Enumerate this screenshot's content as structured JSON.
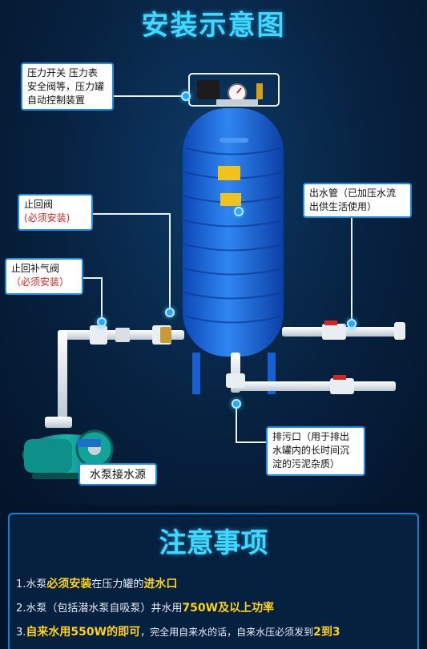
{
  "title": "安装示意图",
  "labels": {
    "pressure_switch": [
      "压力开关 压力表",
      "安全阀等，压力罐",
      "自动控制装置"
    ],
    "check_valve": "止回阀",
    "check_valve_note": "(必须安装)",
    "air_check_valve": "止回补气阀",
    "air_check_valve_note": "（必须安装）",
    "outlet_pipe": [
      "出水管（已加压水流",
      "出供生活使用）"
    ],
    "drain": [
      "排污口（用于排出",
      "水罐内的长时间沉",
      "淀的污泥杂质）"
    ],
    "pump_source": "水泵接水源"
  },
  "notes_title": "注意事项",
  "notes": [
    {
      "prefix": "1.水泵",
      "em1": "必须安装",
      "mid": "在压力罐的",
      "em2": "进水口",
      "suffix": ""
    },
    {
      "prefix": "2.水泵（包括潜水泵自吸泵）井水用",
      "em1": "750W及以上功率",
      "mid": "",
      "em2": "",
      "suffix": ""
    },
    {
      "prefix": "3.",
      "em1": "自来水用550W的即可",
      "mid": "，完全用自来水的话，自来水压必须发到",
      "em2": "2到3",
      "suffix": ""
    }
  ],
  "colors": {
    "accent": "#3fd9ff",
    "tank": "#1e6fe0",
    "highlight": "#ffd21a",
    "warning": "#e2231a"
  }
}
